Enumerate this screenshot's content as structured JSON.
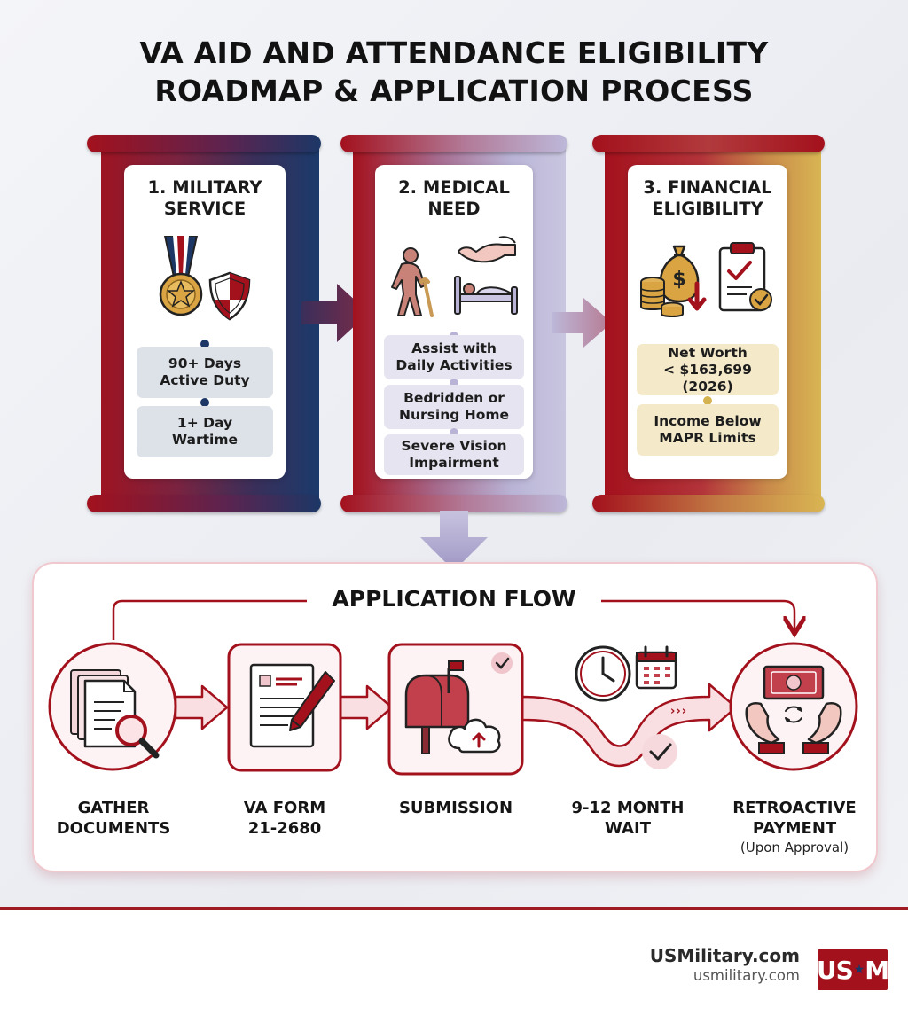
{
  "title": {
    "line1": "VA AID AND ATTENDANCE ELIGIBILITY",
    "line2": "ROADMAP & APPLICATION PROCESS"
  },
  "pillars": [
    {
      "title_line1": "1. MILITARY",
      "title_line2": "SERVICE",
      "items": [
        {
          "line1": "90+ Days",
          "line2": "Active Duty"
        },
        {
          "line1": "1+ Day",
          "line2": "Wartime"
        }
      ],
      "icons": [
        "medal-icon",
        "shield-icon"
      ]
    },
    {
      "title_line1": "2. MEDICAL",
      "title_line2": "NEED",
      "items": [
        {
          "line1": "Assist with",
          "line2": "Daily Activities"
        },
        {
          "line1": "Bedridden or",
          "line2": "Nursing Home"
        },
        {
          "line1": "Severe Vision",
          "line2": "Impairment"
        }
      ],
      "icons": [
        "elderly-person-cane-icon",
        "helping-hand-icon",
        "hospital-bed-icon"
      ]
    },
    {
      "title_line1": "3. FINANCIAL",
      "title_line2": "ELIGIBILITY",
      "items": [
        {
          "line1": "Net Worth",
          "line2": "< $163,699 (2026)"
        },
        {
          "line1": "Income Below",
          "line2": "MAPR Limits"
        }
      ],
      "icons": [
        "money-bag-coins-icon",
        "checklist-clipboard-icon"
      ]
    }
  ],
  "application_flow": {
    "title": "APPLICATION FLOW",
    "steps": [
      {
        "line1": "GATHER",
        "line2": "DOCUMENTS",
        "icon": "documents-magnifier-icon"
      },
      {
        "line1": "VA FORM",
        "line2": "21-2680",
        "icon": "form-pencil-icon"
      },
      {
        "line1": "SUBMISSION",
        "line2": "",
        "icon": "mailbox-cloud-upload-icon"
      },
      {
        "line1": "9-12 MONTH",
        "line2": "WAIT",
        "icon": "clock-calendar-icon"
      },
      {
        "line1": "RETROACTIVE",
        "line2": "PAYMENT",
        "sub": "(Upon Approval)",
        "icon": "hands-money-icon"
      }
    ]
  },
  "footer": {
    "brand": "USMilitary.com",
    "url": "usmilitary.com",
    "logo_left": "US",
    "logo_right": "M"
  },
  "colors": {
    "red": "#a3111d",
    "navy": "#1c3766",
    "lavender": "#b9b4d6",
    "gold": "#d4b24f"
  }
}
